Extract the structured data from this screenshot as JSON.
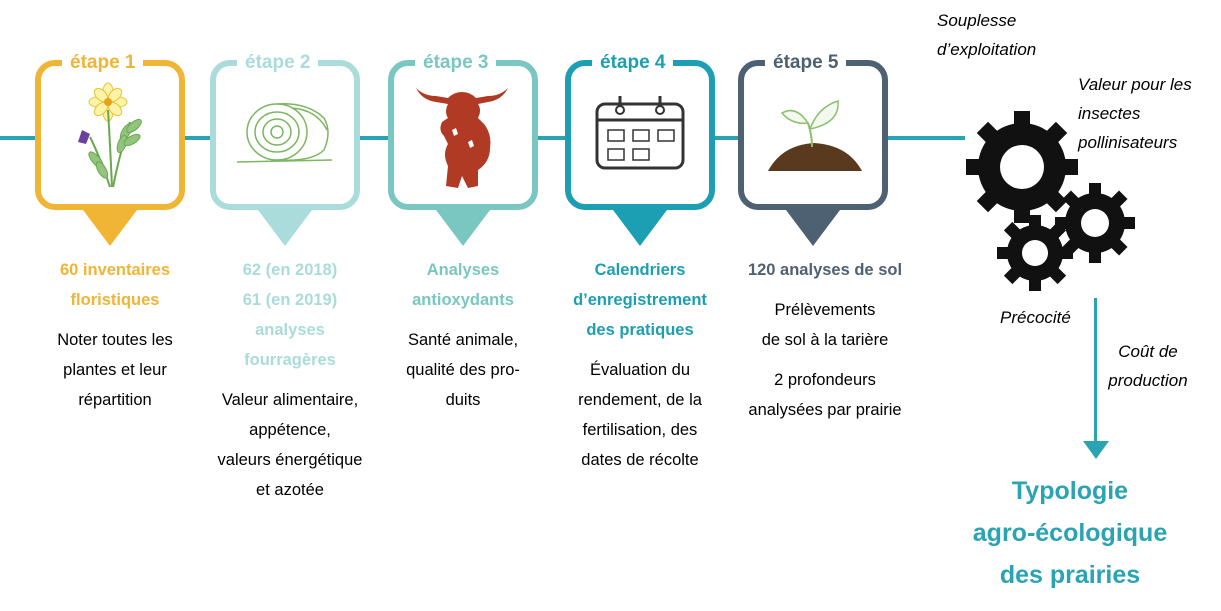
{
  "colors": {
    "step1": "#f0b535",
    "step2": "#a9dcda",
    "step3": "#79c7c0",
    "step4": "#1c9fb2",
    "step5": "#4e6172",
    "line": "#2aa3b3"
  },
  "steps": [
    {
      "title": "étape 1",
      "icon": "flower-icon",
      "heading": [
        "60 inventaires",
        "floristiques"
      ],
      "paragraphs": [
        [
          "Noter toutes les",
          "plantes et leur",
          "répartition"
        ]
      ]
    },
    {
      "title": "étape 2",
      "icon": "hay-bale-icon",
      "heading": [
        "62 (en 2018)",
        "61 (en 2019)",
        "analyses",
        "fourragères"
      ],
      "paragraphs": [
        [
          "Valeur alimentaire,",
          "appétence,",
          "valeurs énergétique",
          "et azotée"
        ]
      ]
    },
    {
      "title": "étape 3",
      "icon": "cow-icon",
      "heading": [
        "Analyses",
        "antioxydants"
      ],
      "paragraphs": [
        [
          "Santé animale,",
          "qualité des pro-",
          "duits"
        ]
      ]
    },
    {
      "title": "étape 4",
      "icon": "calendar-icon",
      "heading": [
        "Calendriers",
        "d’enregistrement",
        "des pratiques"
      ],
      "paragraphs": [
        [
          "Évaluation du",
          "rendement, de la",
          "fertilisation, des",
          "dates de récolte"
        ]
      ]
    },
    {
      "title": "étape 5",
      "icon": "sprout-soil-icon",
      "heading": [
        "120 analyses de sol"
      ],
      "paragraphs": [
        [
          "Prélèvements",
          "de sol à la tarière"
        ],
        [
          "2 profondeurs",
          "analysées par prairie"
        ]
      ]
    }
  ],
  "criteria": {
    "souplesse": [
      "Souplesse",
      "d’exploitation"
    ],
    "valeur": [
      "Valeur pour les",
      "insectes",
      "pollinisateurs"
    ],
    "precocite": "Précocité",
    "cout": [
      "Coût de",
      "production"
    ]
  },
  "result": [
    "Typologie",
    "agro-écologique",
    "des prairies"
  ]
}
